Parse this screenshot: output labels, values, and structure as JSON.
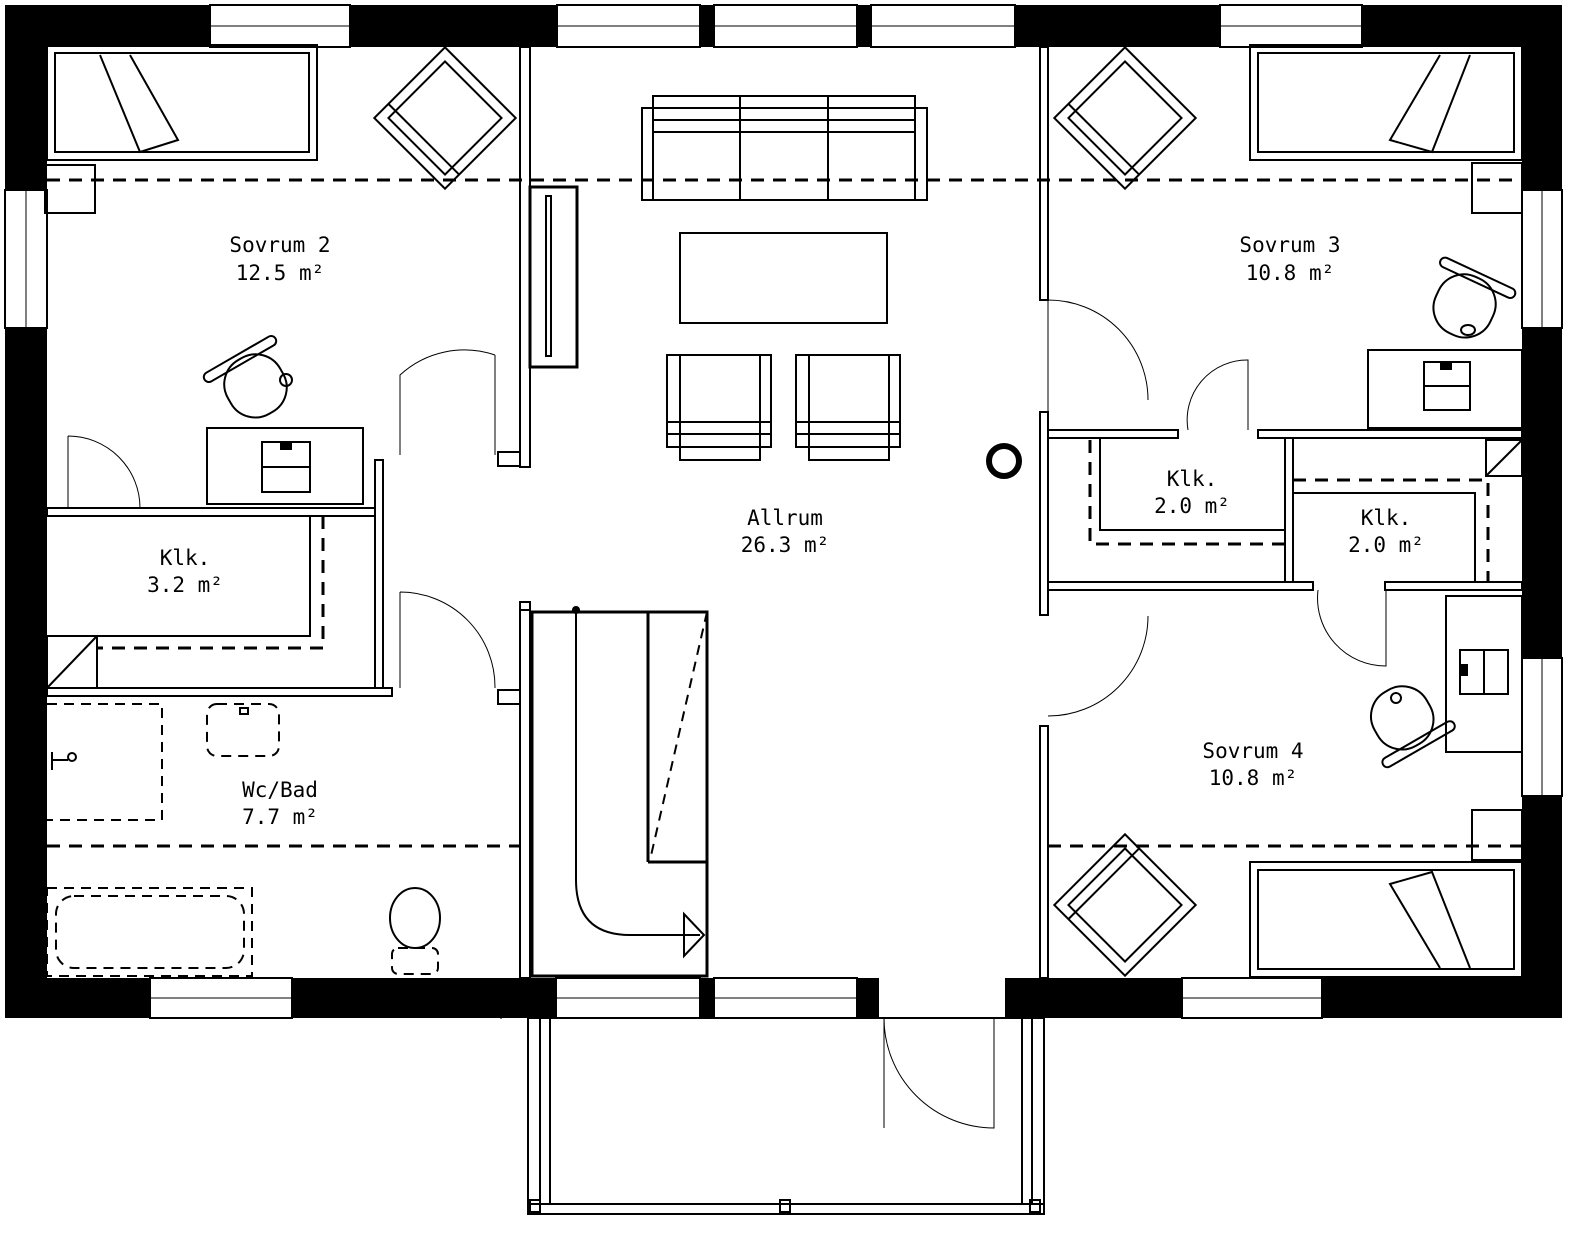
{
  "rooms": {
    "sovrum2": {
      "name": "Sovrum 2",
      "area": "12.5 m²"
    },
    "sovrum3": {
      "name": "Sovrum 3",
      "area": "10.8 m²"
    },
    "sovrum4": {
      "name": "Sovrum 4",
      "area": "10.8 m²"
    },
    "allrum": {
      "name": "Allrum",
      "area": "26.3 m²"
    },
    "klk_left": {
      "name": "Klk.",
      "area": "3.2 m²"
    },
    "klk_mid": {
      "name": "Klk.",
      "area": "2.0 m²"
    },
    "klk_right": {
      "name": "Klk.",
      "area": "2.0 m²"
    },
    "wcbad": {
      "name": "Wc/Bad",
      "area": "7.7 m²"
    }
  }
}
